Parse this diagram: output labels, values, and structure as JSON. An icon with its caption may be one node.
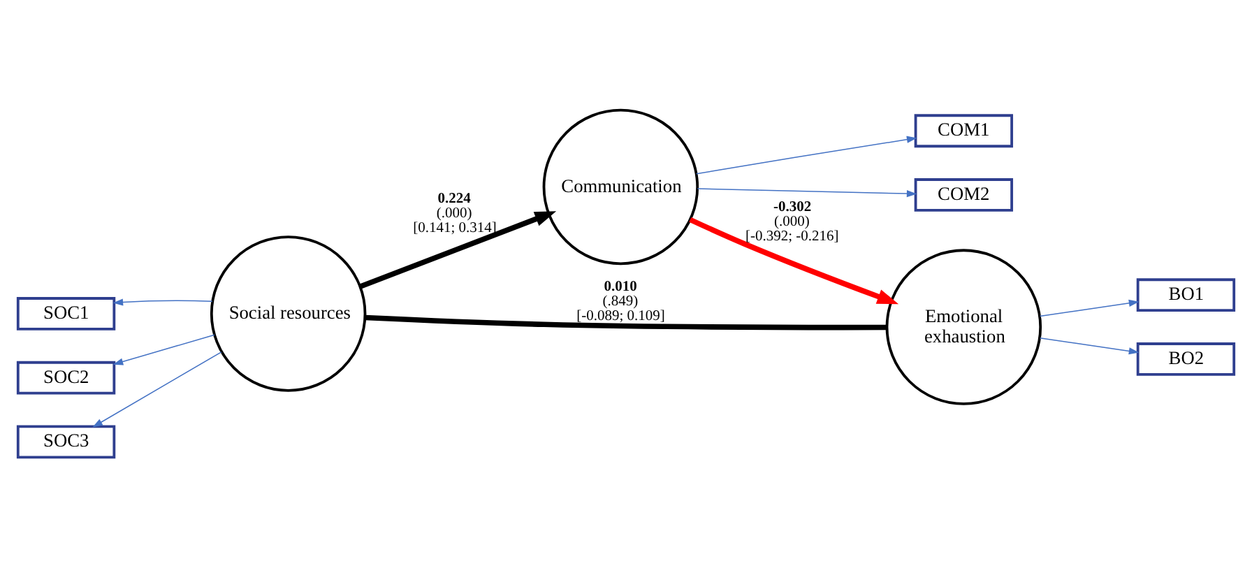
{
  "diagram": {
    "nodes": [
      {
        "text": [
          "COM1"
        ]
      },
      {
        "text": [
          "COM2"
        ]
      },
      {
        "text": [
          "Communication"
        ]
      },
      {
        "text": [
          "SOC1"
        ]
      },
      {
        "text": [
          "SOC2"
        ]
      },
      {
        "text": [
          "SOC3"
        ]
      },
      {
        "text": [
          "Social resources"
        ]
      },
      {
        "text": [
          "Emotional exhaustion"
        ]
      },
      {
        "text": [
          "BO1"
        ]
      },
      {
        "text": [
          "BO2"
        ]
      }
    ],
    "edges": [
      {
        "from": 2,
        "to": 0,
        "arrow": "to"
      },
      {
        "from": 2,
        "to": 1,
        "arrow": "to"
      },
      {
        "from": 6,
        "to": 3,
        "arrow": "to"
      },
      {
        "from": 6,
        "to": 4,
        "arrow": "to"
      },
      {
        "from": 6,
        "to": 5,
        "arrow": "to"
      },
      {
        "from": 6,
        "to": 2,
        "arrow": "to",
        "label": "**0.224** (.000) [0.141; 0.314]",
        "style": "thick",
        "color": "#000000"
      },
      {
        "from": 2,
        "to": 7,
        "arrow": "to",
        "label": "**-0.302** (.000) [-0.392; -0.216]",
        "style": "thick",
        "color": "#ff0000"
      },
      {
        "from": 6,
        "to": 7,
        "arrow": "none",
        "label": "**0.010** (.849) [-0.089; 0.109]",
        "style": "thick",
        "color": "#000000"
      },
      {
        "from": 7,
        "to": 8,
        "arrow": "to"
      },
      {
        "from": 7,
        "to": 9,
        "arrow": "to"
      }
    ]
  }
}
